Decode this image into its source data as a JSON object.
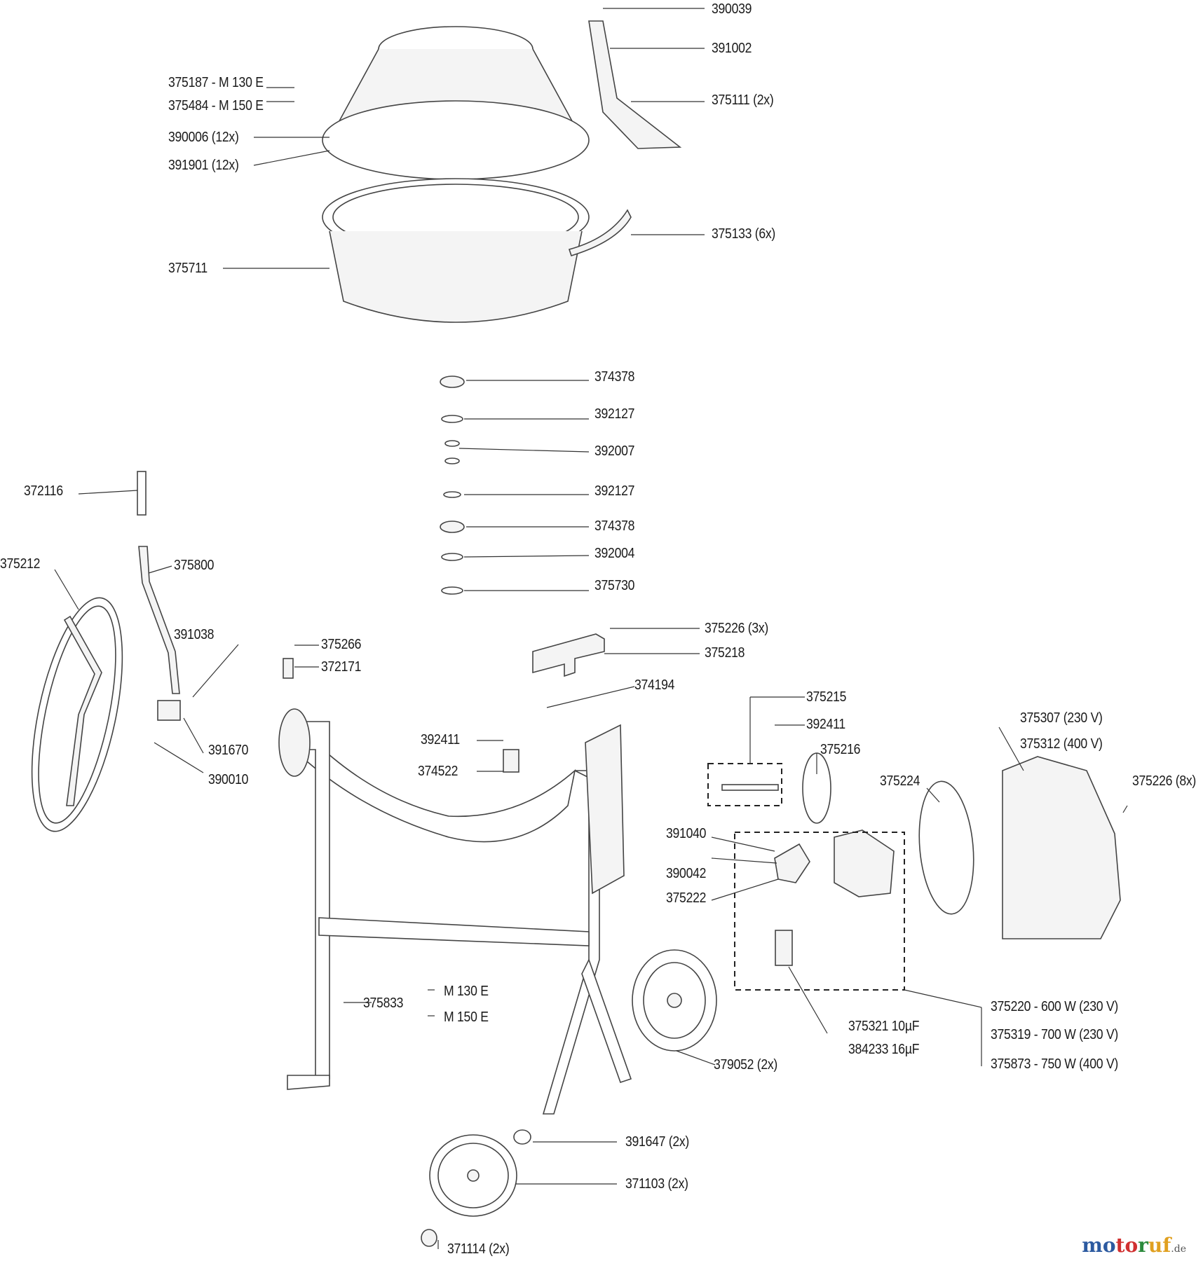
{
  "labels": [
    "390039",
    "391002",
    "375187 - M 130 E",
    "375484 - M 150 E",
    "375111 (2x)",
    "390006 (12x)",
    "391901 (12x)",
    "375133 (6x)",
    "375711",
    "374378",
    "392127",
    "392007",
    "392127",
    "374378",
    "392004",
    "375730",
    "372116",
    "375212",
    "375800",
    "391038",
    "391670",
    "390010",
    "375266",
    "372171",
    "375226 (3x)",
    "375218",
    "374194",
    "392411",
    "374522",
    "375215",
    "392411",
    "375216",
    "375307 (230 V)",
    "375312 (400 V)",
    "375224",
    "375226 (8x)",
    "391040",
    "390042",
    "375222",
    "375833",
    "M 130 E",
    "M 150 E",
    "375220 - 600 W (230 V)",
    "375319 - 700 W (230 V)",
    "375873 - 750 W (400 V)",
    "375321 10µF",
    "384233 16µF",
    "379052 (2x)",
    "391647 (2x)",
    "371103 (2x)",
    "371114 (2x)"
  ],
  "watermark": {
    "p1": "mo",
    "p2": "to",
    "p3": "r",
    "p4": "uf",
    "tld": ".de"
  }
}
